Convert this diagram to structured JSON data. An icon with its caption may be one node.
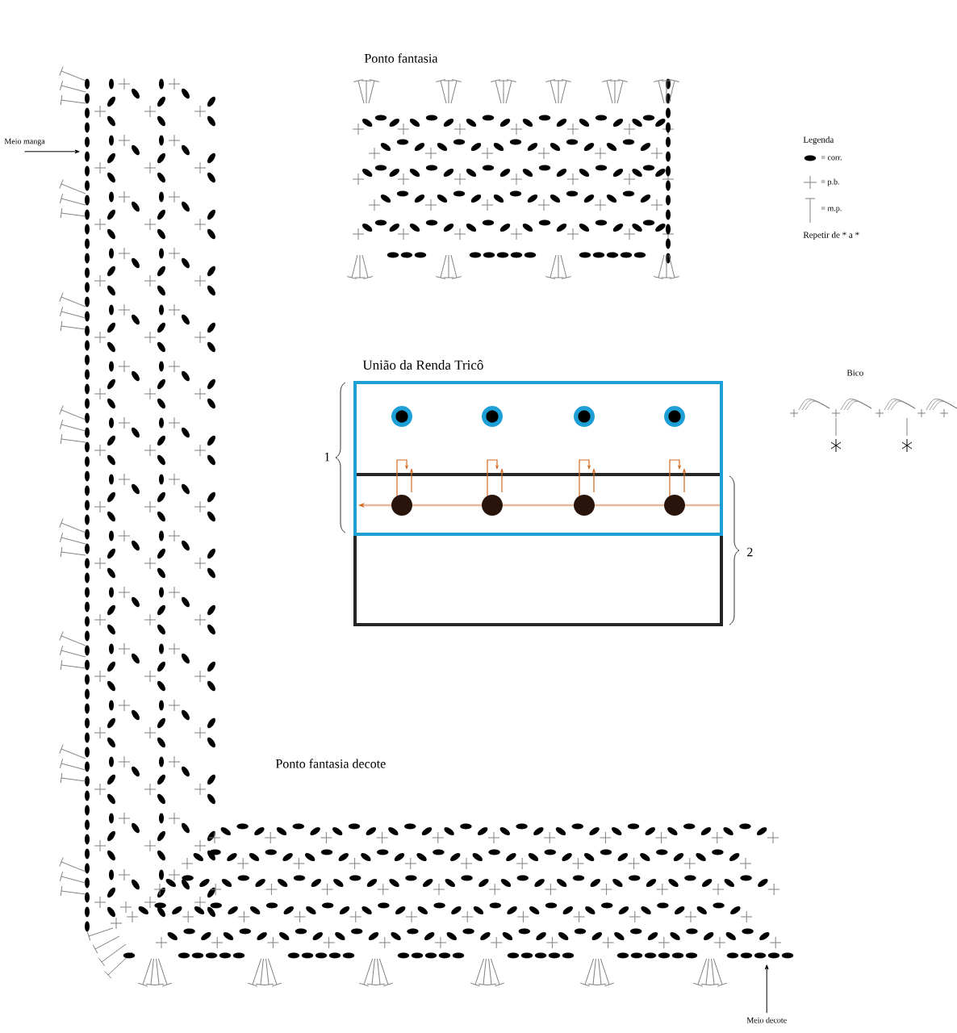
{
  "diagram": {
    "nodes": [
      {
        "text": [
          "Meio manga"
        ]
      },
      {
        "text": [
          "Meio decote"
        ]
      },
      {
        "text": [],
        "shape": "picture"
      },
      {
        "text": [],
        "shape": "picture"
      }
    ],
    "edges": [
      {
        "from": 0,
        "to": 2,
        "arrow": "to"
      },
      {
        "from": 1,
        "to": 3,
        "arrow": "to"
      }
    ],
    "labels": [
      "Ponto fantasia",
      "Legenda",
      "Repetir de * a *",
      "União da Renda Tricô",
      "Bico",
      "1",
      "2",
      "Ponto fantasia decote"
    ],
    "legend": [
      {
        "text": "= corr."
      },
      {
        "text": "= p.b."
      },
      {
        "text": "= m.p."
      }
    ]
  }
}
